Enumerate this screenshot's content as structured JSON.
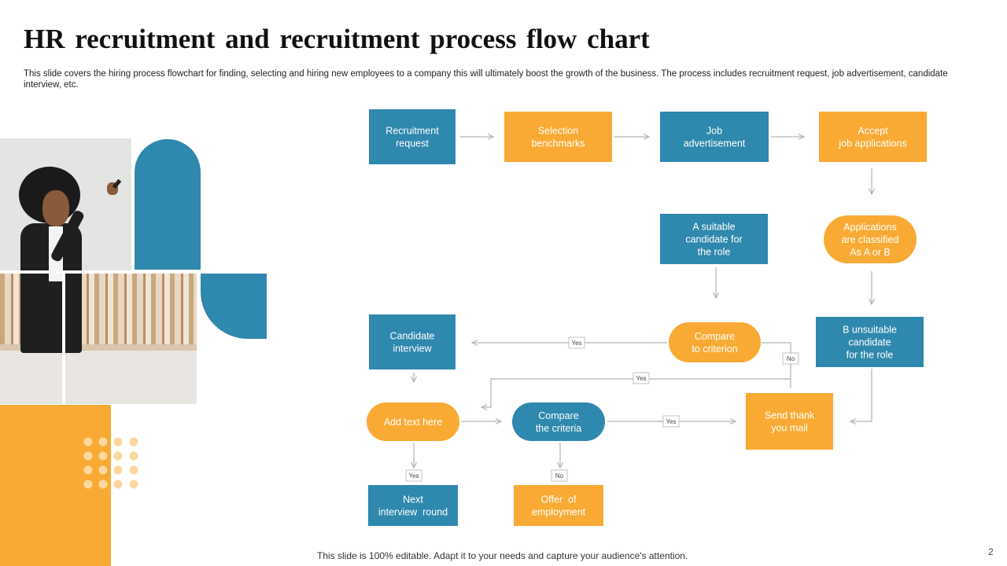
{
  "slide": {
    "title": "HR recruitment  and recruitment  process flow chart",
    "subtitle": "This slide covers the hiring process flowchart for finding, selecting and hiring new employees to a company this will ultimately boost the growth of the business. The process includes recruitment request, job advertisement, candidate interview, etc.",
    "footer": "This slide is 100% editable. Adapt it to your needs and capture your audience's attention.",
    "page_number": "2"
  },
  "colors": {
    "teal": "#2f88ad",
    "orange": "#f9aa34",
    "connector": "#b4b4b4",
    "box_text": "#ffffff"
  },
  "flow": {
    "nodes": [
      {
        "id": "recruitment-request",
        "lines": [
          "Recruitment",
          "request"
        ],
        "color": "teal",
        "shape": "rect"
      },
      {
        "id": "selection-benchmarks",
        "lines": [
          "Selection",
          "benchmarks"
        ],
        "color": "orange",
        "shape": "rect"
      },
      {
        "id": "job-advertisement",
        "lines": [
          "Job",
          "advertisement"
        ],
        "color": "teal",
        "shape": "rect"
      },
      {
        "id": "accept-job-applications",
        "lines": [
          "Accept",
          "job applications"
        ],
        "color": "orange",
        "shape": "rect"
      },
      {
        "id": "suitable-candidate",
        "lines": [
          "A suitable",
          "candidate for",
          "the role"
        ],
        "color": "teal",
        "shape": "rect"
      },
      {
        "id": "applications-classified",
        "lines": [
          "Applications",
          "are classified",
          "As A or B"
        ],
        "color": "orange",
        "shape": "pill"
      },
      {
        "id": "candidate-interview",
        "lines": [
          "Candidate",
          "interview"
        ],
        "color": "teal",
        "shape": "rect"
      },
      {
        "id": "compare-to-criterion",
        "lines": [
          "Compare",
          "to criterion"
        ],
        "color": "orange",
        "shape": "pill"
      },
      {
        "id": "b-unsuitable-candidate",
        "lines": [
          "B unsuitable",
          "candidate",
          "for the role"
        ],
        "color": "teal",
        "shape": "rect"
      },
      {
        "id": "add-text-here",
        "lines": [
          "Add text here"
        ],
        "color": "orange",
        "shape": "pill"
      },
      {
        "id": "compare-the-criteria",
        "lines": [
          "Compare",
          "the criteria"
        ],
        "color": "teal",
        "shape": "pill"
      },
      {
        "id": "send-thank-you-mail",
        "lines": [
          "Send thank",
          "you mail"
        ],
        "color": "orange",
        "shape": "rect"
      },
      {
        "id": "next-interview-round",
        "lines": [
          "Next",
          "interview  round"
        ],
        "color": "teal",
        "shape": "rect"
      },
      {
        "id": "offer-of-employment",
        "lines": [
          "Offer  of",
          "employment"
        ],
        "color": "orange",
        "shape": "rect"
      }
    ],
    "edge_labels": {
      "yes": "Yes",
      "no": "No"
    }
  }
}
